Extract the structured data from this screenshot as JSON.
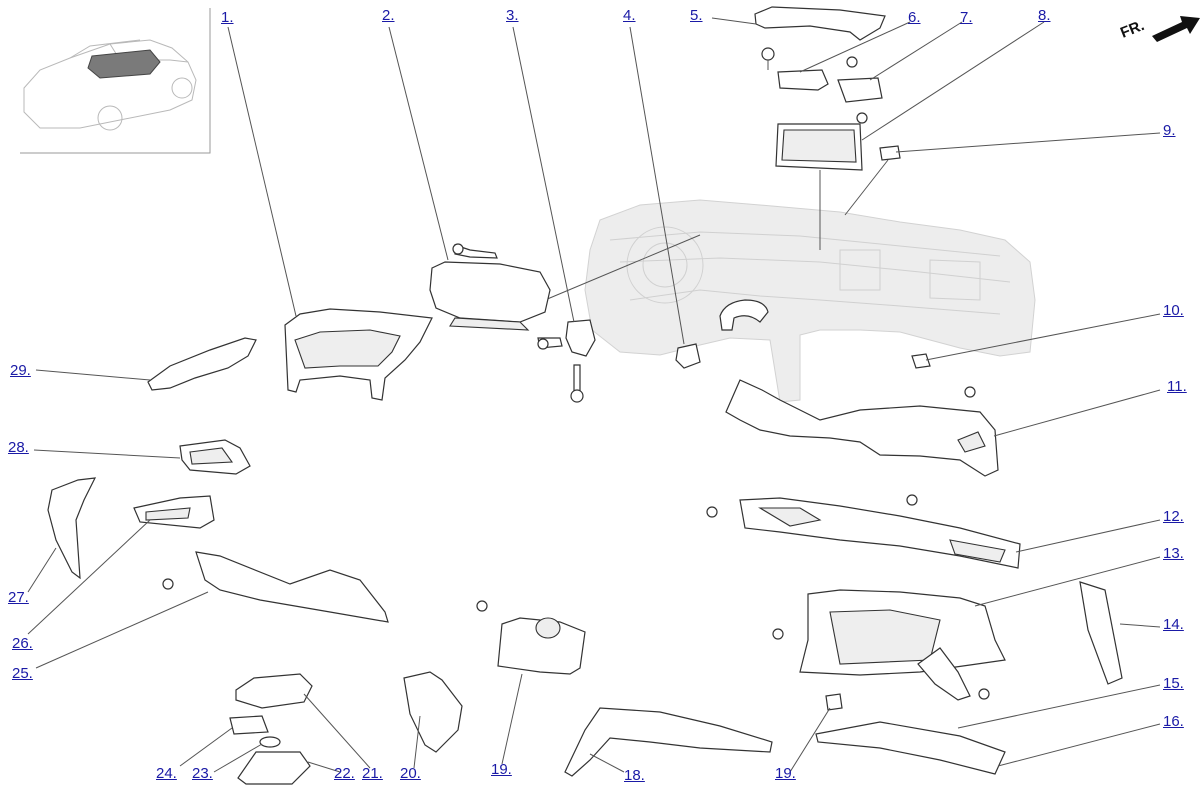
{
  "direction_label": "FR.",
  "callouts": [
    {
      "id": "c1",
      "label": "1."
    },
    {
      "id": "c2",
      "label": "2."
    },
    {
      "id": "c3",
      "label": "3."
    },
    {
      "id": "c4",
      "label": "4."
    },
    {
      "id": "c5",
      "label": "5."
    },
    {
      "id": "c6",
      "label": "6."
    },
    {
      "id": "c7",
      "label": "7."
    },
    {
      "id": "c8",
      "label": "8."
    },
    {
      "id": "c9",
      "label": "9."
    },
    {
      "id": "c10",
      "label": "10."
    },
    {
      "id": "c11",
      "label": "11."
    },
    {
      "id": "c12",
      "label": "12."
    },
    {
      "id": "c13",
      "label": "13."
    },
    {
      "id": "c14",
      "label": "14."
    },
    {
      "id": "c15",
      "label": "15."
    },
    {
      "id": "c16",
      "label": "16."
    },
    {
      "id": "c18",
      "label": "18."
    },
    {
      "id": "c19a",
      "label": "19."
    },
    {
      "id": "c19b",
      "label": "19."
    },
    {
      "id": "c20",
      "label": "20."
    },
    {
      "id": "c21",
      "label": "21."
    },
    {
      "id": "c22",
      "label": "22."
    },
    {
      "id": "c23",
      "label": "23."
    },
    {
      "id": "c24",
      "label": "24."
    },
    {
      "id": "c25",
      "label": "25."
    },
    {
      "id": "c26",
      "label": "26."
    },
    {
      "id": "c27",
      "label": "27."
    },
    {
      "id": "c28",
      "label": "28."
    },
    {
      "id": "c29",
      "label": "29."
    }
  ]
}
